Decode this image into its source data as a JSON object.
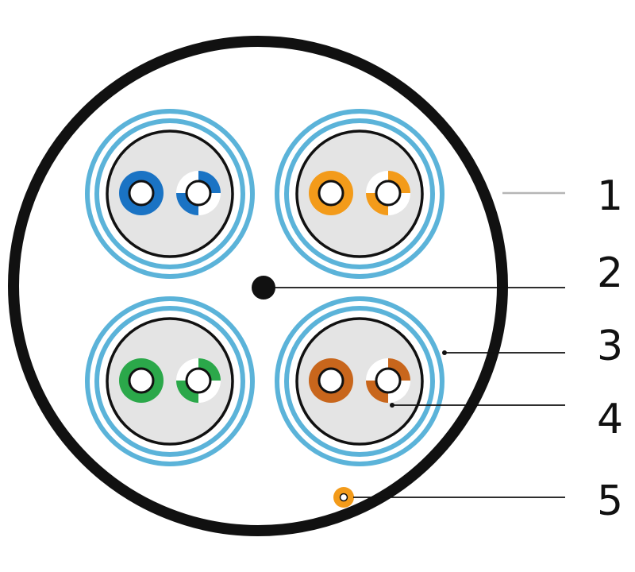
{
  "diagram": {
    "colors": {
      "jacket": "#111111",
      "pair_shield": "#5bb3d9",
      "foil_fill": "#e4e4e4",
      "conductor_outline": "#111111",
      "leader_dark": "#111111",
      "leader_light": "#b5b5b5",
      "drain_wire": "#f39b1a",
      "pair_blue": "#1a73c4",
      "pair_orange": "#f39b1a",
      "pair_green": "#2ba84a",
      "pair_brown": "#c8661c"
    },
    "pairs": [
      {
        "name": "blue-pair",
        "color_key": "pair_blue"
      },
      {
        "name": "orange-pair",
        "color_key": "pair_orange"
      },
      {
        "name": "green-pair",
        "color_key": "pair_green"
      },
      {
        "name": "brown-pair",
        "color_key": "pair_brown"
      }
    ],
    "callouts": [
      {
        "label": "1"
      },
      {
        "label": "2"
      },
      {
        "label": "3"
      },
      {
        "label": "4"
      },
      {
        "label": "5"
      }
    ]
  }
}
